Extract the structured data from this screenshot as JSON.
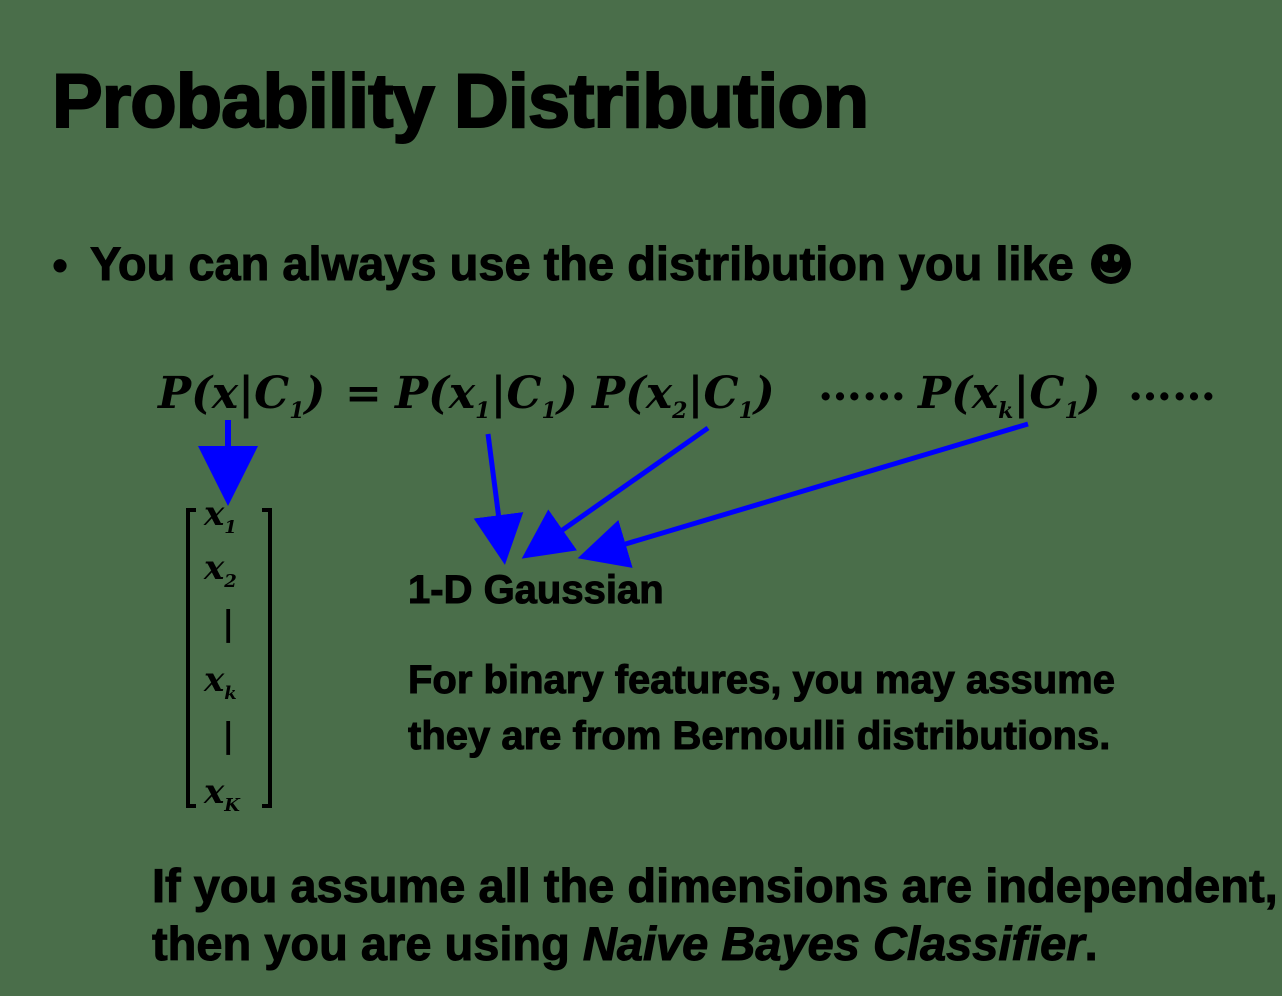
{
  "title": "Probability Distribution",
  "bullet": {
    "marker": "•",
    "text": "You can always use the distribution you like",
    "emoji_icon": "smiley-face-icon"
  },
  "equation": {
    "lhs_P": "P(",
    "lhs_x": "x",
    "lhs_bar": "|",
    "lhs_C": "C",
    "lhs_C_sub": "1",
    "lhs_close": ")",
    "equals": "=",
    "t1_P": "P(",
    "t1_x": "x",
    "t1_x_sub": "1",
    "t1_bar": "|",
    "t1_C": "C",
    "t1_C_sub": "1",
    "t1_close": ")",
    "t2_P": "P(",
    "t2_x": "x",
    "t2_x_sub": "2",
    "t2_bar": "|",
    "t2_C": "C",
    "t2_C_sub": "1",
    "t2_close": ")",
    "dots1": "……",
    "t3_P": "P(",
    "t3_x": "x",
    "t3_x_sub": "k",
    "t3_bar": "|",
    "t3_C": "C",
    "t3_C_sub": "1",
    "t3_close": ")",
    "dots2": "……"
  },
  "vector": {
    "x": "x",
    "sub1": "1",
    "sub2": "2",
    "subk": "k",
    "subK": "K",
    "bar": "|"
  },
  "notes": {
    "gaussian": "1-D Gaussian",
    "binary_line1": "For binary features, you may assume",
    "binary_line2": "they are from Bernoulli distributions."
  },
  "conclusion": {
    "line1": "If you assume all the dimensions are independent,",
    "line2_prefix": "then you are using",
    "line2_emph": "Naive Bayes Classifier",
    "line2_suffix": "."
  },
  "colors": {
    "background": "#4a6e4a",
    "arrow": "#0000ff",
    "text": "#000000"
  }
}
